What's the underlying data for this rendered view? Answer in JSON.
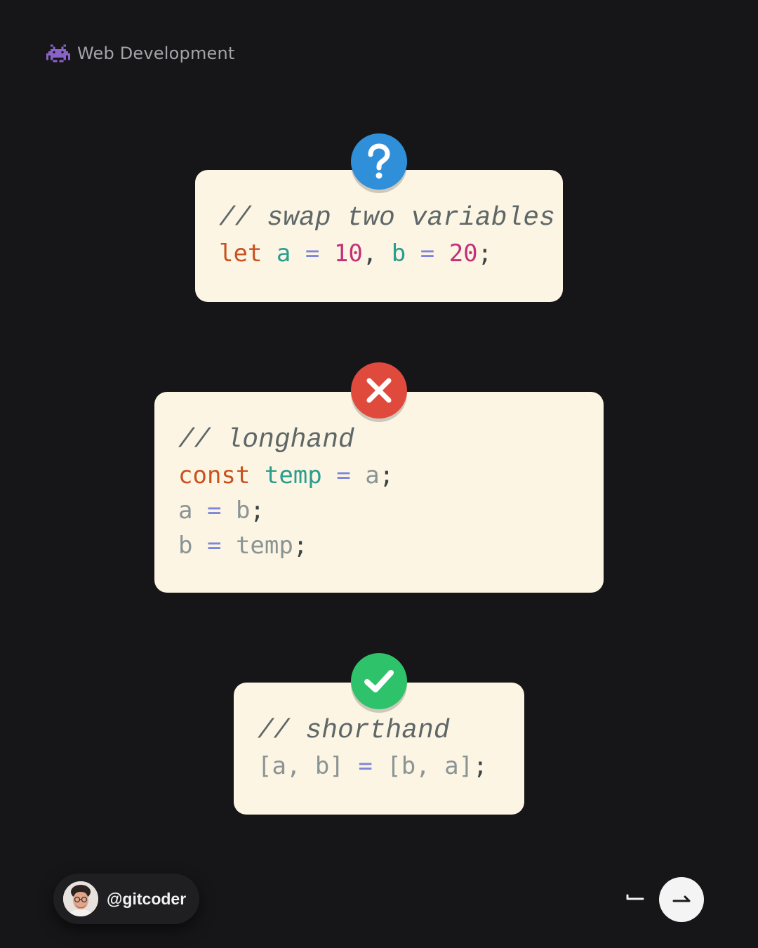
{
  "header": {
    "brand_icon": "alien-monster-icon",
    "brand_text": "Web Development"
  },
  "cards": [
    {
      "badge": "question-mark-icon",
      "badge_color": "#2f8fd9",
      "comment": "// swap two variables",
      "line": {
        "keyword": "let",
        "var_a": "a",
        "eq1": "=",
        "val_a": "10",
        "sep": ",",
        "var_b": "b",
        "eq2": "=",
        "val_b": "20",
        "end": ";"
      }
    },
    {
      "badge": "cross-icon",
      "badge_color": "#e04a3d",
      "comment": "// longhand",
      "line1": {
        "keyword": "const",
        "name": "temp",
        "eq": "=",
        "value": "a",
        "end": ";"
      },
      "line2": {
        "left": "a",
        "eq": "=",
        "right": "b",
        "end": ";"
      },
      "line3": {
        "left": "b",
        "eq": "=",
        "right": "temp",
        "end": ";"
      }
    },
    {
      "badge": "checkmark-icon",
      "badge_color": "#2ec36b",
      "comment": "// shorthand",
      "line": {
        "left": "[a, b]",
        "eq": "=",
        "right": "[b, a]",
        "end": ";"
      }
    }
  ],
  "footer": {
    "author_handle": "@gitcoder",
    "avatar": "avatar-icon",
    "prev_icon": "arrow-left-icon",
    "next_icon": "arrow-right-icon"
  }
}
